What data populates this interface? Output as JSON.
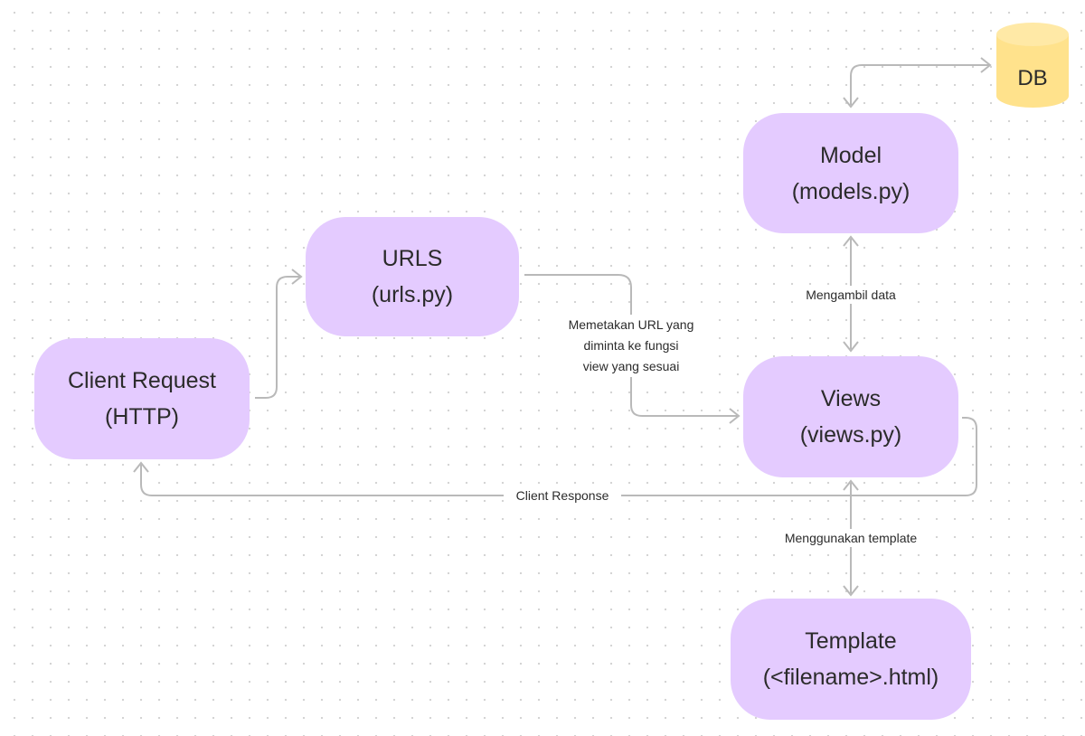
{
  "nodes": {
    "client": {
      "line1": "Client Request",
      "line2": "(HTTP)"
    },
    "urls": {
      "line1": "URLS",
      "line2": "(urls.py)"
    },
    "model": {
      "line1": "Model",
      "line2": "(models.py)"
    },
    "views": {
      "line1": "Views",
      "line2": "(views.py)"
    },
    "template": {
      "line1": "Template",
      "line2": "(<filename>.html)"
    },
    "db": {
      "label": "DB"
    }
  },
  "edges": {
    "urls_to_views": {
      "line1": "Memetakan URL yang",
      "line2": "diminta ke fungsi",
      "line3": "view yang sesuai"
    },
    "model_views": {
      "label": "Mengambil data"
    },
    "views_template": {
      "label": "Menggunakan template"
    },
    "views_to_client": {
      "label": "Client Response"
    }
  },
  "colors": {
    "node_fill": "#e4cbff",
    "db_fill": "#ffe28c",
    "connector": "#b9b9b9",
    "text": "#2b2b2b"
  }
}
